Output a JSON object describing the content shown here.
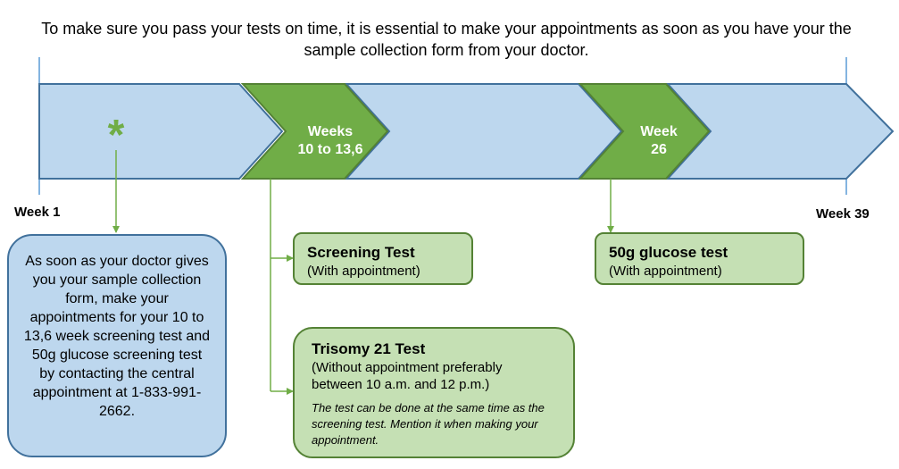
{
  "intro": "To make sure you pass your tests on time, it is essential to make your appointments as soon as you have your the sample collection form from your doctor.",
  "timeline": {
    "start_label": "Week 1",
    "end_label": "Week 39",
    "stages": [
      {
        "line1": "Weeks",
        "line2": "10 to 13,6"
      },
      {
        "line1": "Week",
        "line2": "26"
      }
    ],
    "marker": "*"
  },
  "doctor_box": {
    "text": "As soon as your doctor gives you your sample collection form, make your appointments for your 10 to 13,6 week screening test and 50g glucose screening test by contacting the central appointment at 1-833-991-2662."
  },
  "screening_test": {
    "title": "Screening Test",
    "subtitle": "(With appointment)"
  },
  "trisomy_test": {
    "title": "Trisomy 21 Test",
    "subtitle_line1": "(Without appointment preferably",
    "subtitle_line2": "between 10 a.m. and 12 p.m.)",
    "note": "The test can be done at the same time as the screening test. Mention it when making your appointment."
  },
  "glucose_test": {
    "title": "50g glucose test",
    "subtitle": "(With appointment)"
  },
  "colors": {
    "light_blue": "#bdd7ee",
    "blue_border": "#41719c",
    "green": "#70ad47",
    "green_border": "#548235",
    "light_green": "#c5e0b4"
  }
}
